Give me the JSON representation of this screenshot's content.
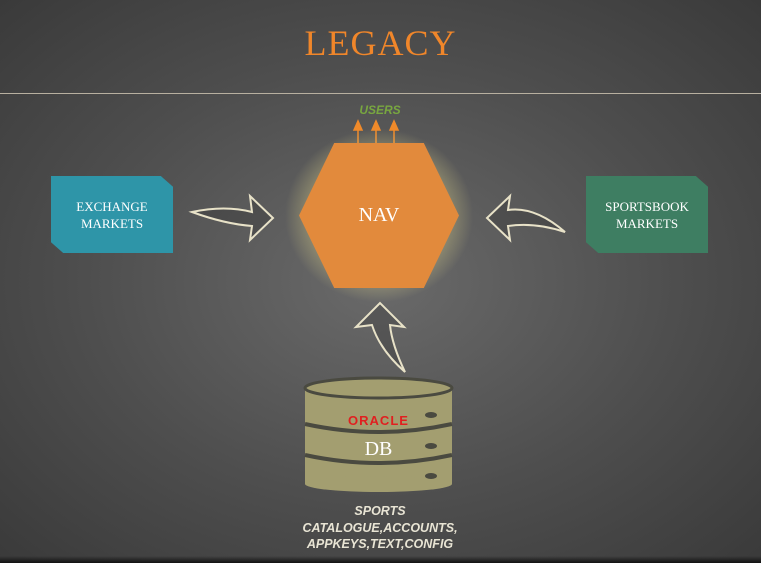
{
  "title": "LEGACY",
  "users_label": "USERS",
  "exchange": {
    "line1": "EXCHANGE",
    "line2": "MARKETS"
  },
  "sportsbook": {
    "line1": "SPORTSBOOK",
    "line2": "MARKETS"
  },
  "nav_label": "NAV",
  "db": {
    "vendor": "ORACLE",
    "label": "DB",
    "description": [
      "SPORTS",
      "CATALOGUE,ACCOUNTS,",
      "APPKEYS,TEXT,CONFIG"
    ]
  },
  "colors": {
    "title": "#f0862a",
    "users": "#78a640",
    "exchange": "#2e95a8",
    "sportsbook": "#3e7e62",
    "nav": "#e28a3c",
    "db": "#a39e70"
  }
}
